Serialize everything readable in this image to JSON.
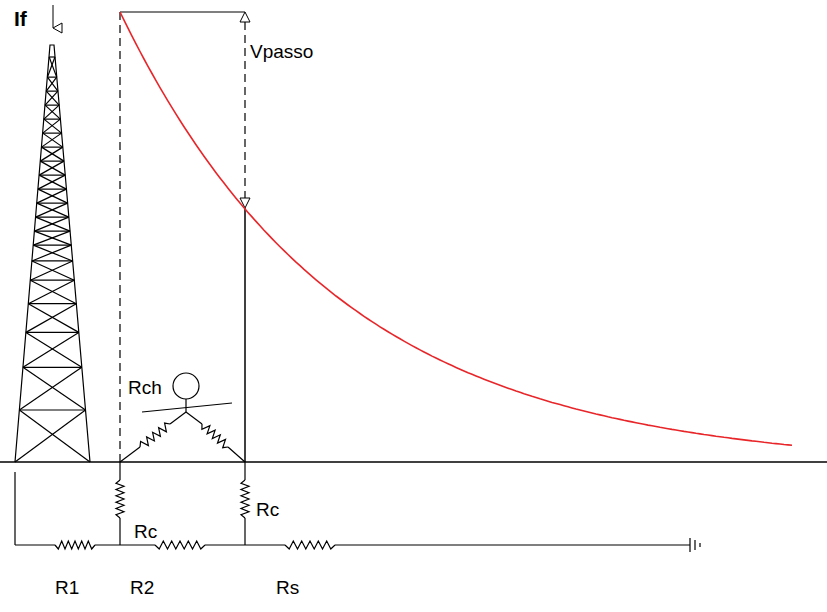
{
  "diagram": {
    "labels": [
      "If",
      "Vpasso",
      "Rch",
      "Rc",
      "Rc",
      "R1",
      "R2",
      "Rs"
    ]
  }
}
